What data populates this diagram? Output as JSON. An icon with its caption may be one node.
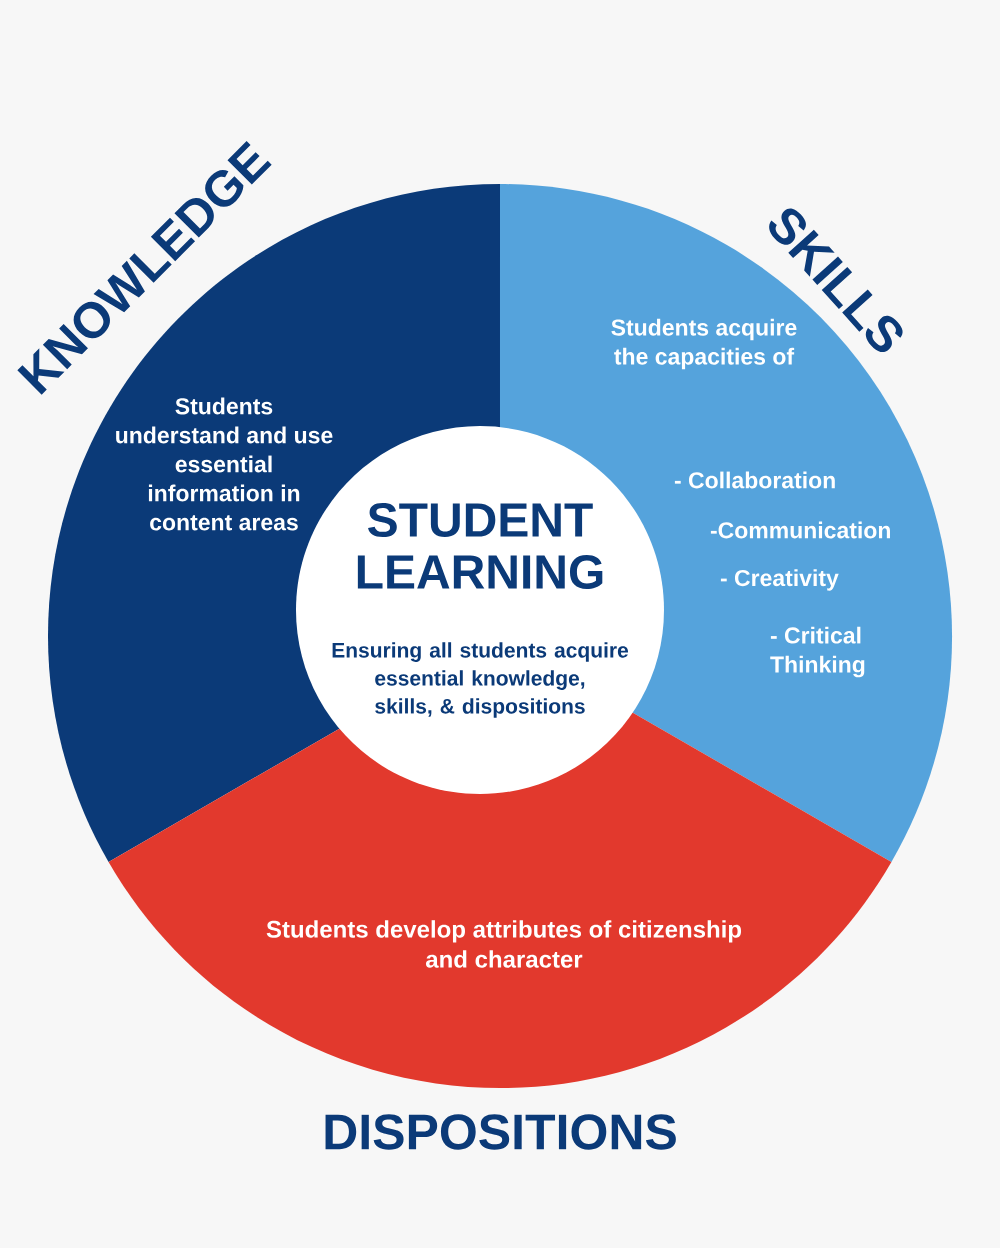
{
  "diagram": {
    "nodes": [
      {
        "text": [
          "STUDENT LEARNING",
          "Ensuring all students acquire essential knowledge, skills, & dispositions"
        ]
      },
      {
        "text": [
          "KNOWLEDGE",
          "Students understand and use essential information in content areas"
        ]
      },
      {
        "text": [
          "SKILLS",
          "Students acquire the capacities of",
          "- Collaboration",
          "-Communication",
          "- Creativity",
          "- Critical Thinking"
        ]
      },
      {
        "text": [
          "Students develop attributes of citizenship and character",
          "DISPOSITIONS"
        ]
      }
    ]
  }
}
